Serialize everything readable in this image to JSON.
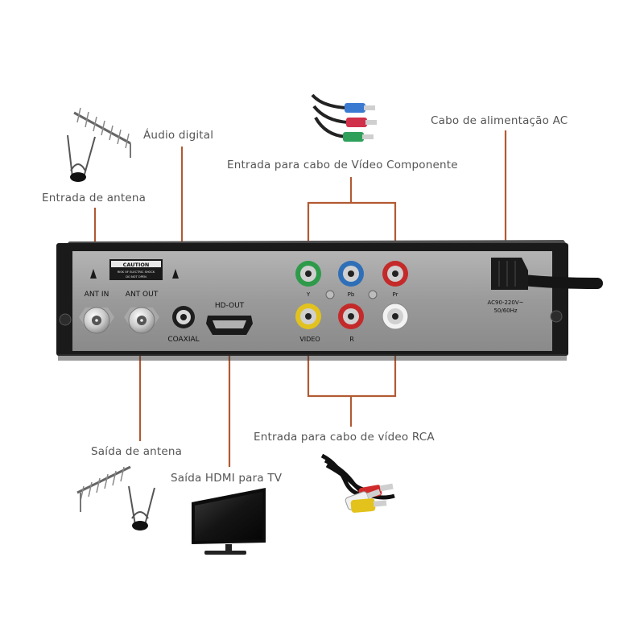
{
  "labels": {
    "audio_digital": "Áudio digital",
    "entrada_antena": "Entrada de antena",
    "video_componente": "Entrada para cabo de Vídeo Componente",
    "alimentacao": "Cabo de alimentação AC",
    "saida_antena": "Saída de antena",
    "saida_hdmi": "Saída HDMI para TV",
    "video_rca": "Entrada para cabo de vídeo RCA"
  },
  "panel": {
    "caution_title": "CAUTION",
    "caution_line1": "RISK OF ELECTRIC SHOCK",
    "caution_line2": "DO NOT OPEN",
    "ant_in": "ANT IN",
    "ant_out": "ANT OUT",
    "coaxial": "COAXIAL",
    "hd_out": "HD-OUT",
    "y": "Y",
    "pb": "Pb",
    "pr": "Pr",
    "video": "VIDEO",
    "r": "R",
    "ac_line1": "AC90-220V~",
    "ac_line2": "50/60Hz"
  },
  "colors": {
    "leader_line": "#b25a33",
    "label_text": "#555555",
    "box_body": "#1a1a1a",
    "panel_face": "#9c9c9c",
    "jack_green": "#2e9a4a",
    "jack_blue": "#2f6fb8",
    "jack_red": "#c42a2a",
    "jack_yellow": "#e2c21e",
    "jack_white": "#f2f2f2"
  }
}
